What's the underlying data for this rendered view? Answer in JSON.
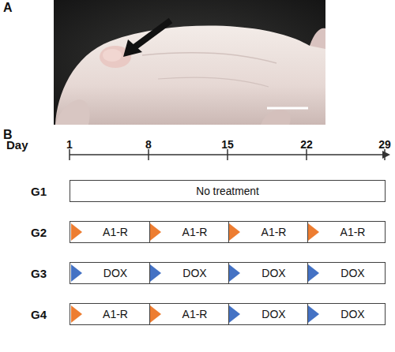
{
  "diagram": {
    "nodes": [
      {
        "text": [
          "G1",
          "No treatment"
        ]
      },
      {
        "text": [
          "G2"
        ]
      },
      {
        "text": [
          "A1-R"
        ],
        "in": 1
      },
      {
        "text": [
          "A1-R"
        ],
        "in": 1
      },
      {
        "text": [
          "A1-R"
        ],
        "in": 1
      },
      {
        "text": [
          "A1-R"
        ],
        "in": 1
      },
      {
        "text": [
          "G3"
        ]
      },
      {
        "text": [
          "DOX"
        ],
        "in": 6
      },
      {
        "text": [
          "DOX"
        ],
        "in": 6
      },
      {
        "text": [
          "DOX"
        ],
        "in": 6
      },
      {
        "text": [
          "DOX"
        ],
        "in": 6
      },
      {
        "text": [
          "G4"
        ]
      },
      {
        "text": [
          "A1-R"
        ],
        "in": 11
      },
      {
        "text": [
          "A1-R"
        ],
        "in": 11
      },
      {
        "text": [
          "DOX"
        ],
        "in": 11
      },
      {
        "text": [
          "DOX"
        ],
        "in": 11
      }
    ],
    "labels": [
      "A",
      "B",
      "Day",
      "1",
      "8",
      "15",
      "22",
      "29"
    ]
  }
}
